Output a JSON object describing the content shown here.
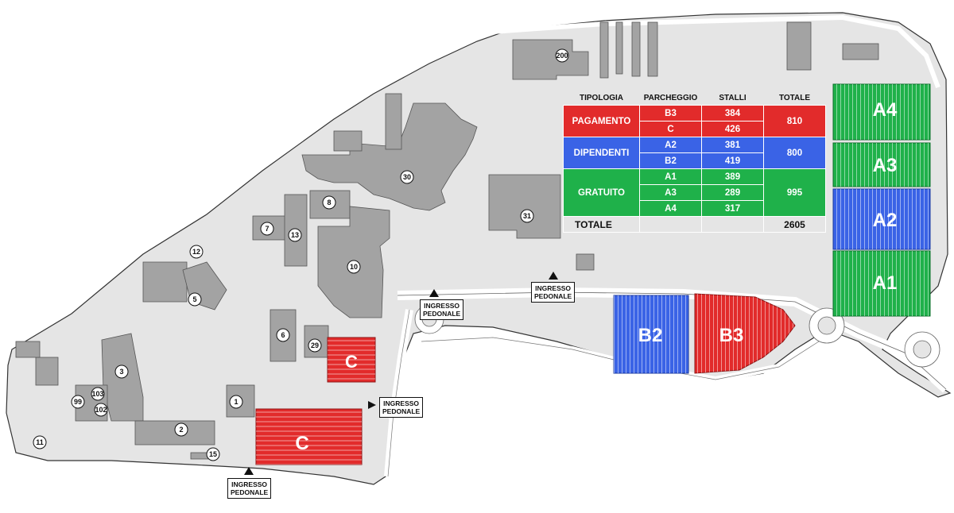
{
  "colors": {
    "red": "#e22b2b",
    "blue": "#3a63e6",
    "green": "#1fb14a",
    "building": "#a3a3a3",
    "road": "#ffffff",
    "ground": "#e2e2e2"
  },
  "legend": {
    "headers": [
      "TIPOLOGIA",
      "PARCHEGGIO",
      "STALLI",
      "TOTALE"
    ],
    "groups": [
      {
        "tipologia": "PAGAMENTO",
        "color": "red",
        "rows": [
          {
            "parcheggio": "B3",
            "stalli": "384"
          },
          {
            "parcheggio": "C",
            "stalli": "426"
          }
        ],
        "totale": "810"
      },
      {
        "tipologia": "DIPENDENTI",
        "color": "blue",
        "rows": [
          {
            "parcheggio": "A2",
            "stalli": "381"
          },
          {
            "parcheggio": "B2",
            "stalli": "419"
          }
        ],
        "totale": "800"
      },
      {
        "tipologia": "GRATUITO",
        "color": "green",
        "rows": [
          {
            "parcheggio": "A1",
            "stalli": "389"
          },
          {
            "parcheggio": "A3",
            "stalli": "289"
          },
          {
            "parcheggio": "A4",
            "stalli": "317"
          }
        ],
        "totale": "995"
      }
    ],
    "grand_total_label": "TOTALE",
    "grand_total_value": "2605"
  },
  "lots": {
    "a4": "A4",
    "a3": "A3",
    "a2": "A2",
    "a1": "A1",
    "b2": "B2",
    "b3": "B3",
    "c_upper": "C",
    "c_lower": "C"
  },
  "buildings": {
    "b200": "200",
    "b30": "30",
    "b31": "31",
    "b8": "8",
    "b7": "7",
    "b13": "13",
    "b12": "12",
    "b10": "10",
    "b5": "5",
    "b6": "6",
    "b29": "29",
    "b3": "3",
    "b99": "99",
    "b103": "103",
    "b102": "102",
    "b1": "1",
    "b2": "2",
    "b11": "11",
    "b15": "15"
  },
  "entrances": {
    "e1": "INGRESSO\nPEDONALE",
    "e2": "INGRESSO\nPEDONALE",
    "e3": "INGRESSO\nPEDONALE",
    "e4": "INGRESSO\nPEDONALE"
  }
}
